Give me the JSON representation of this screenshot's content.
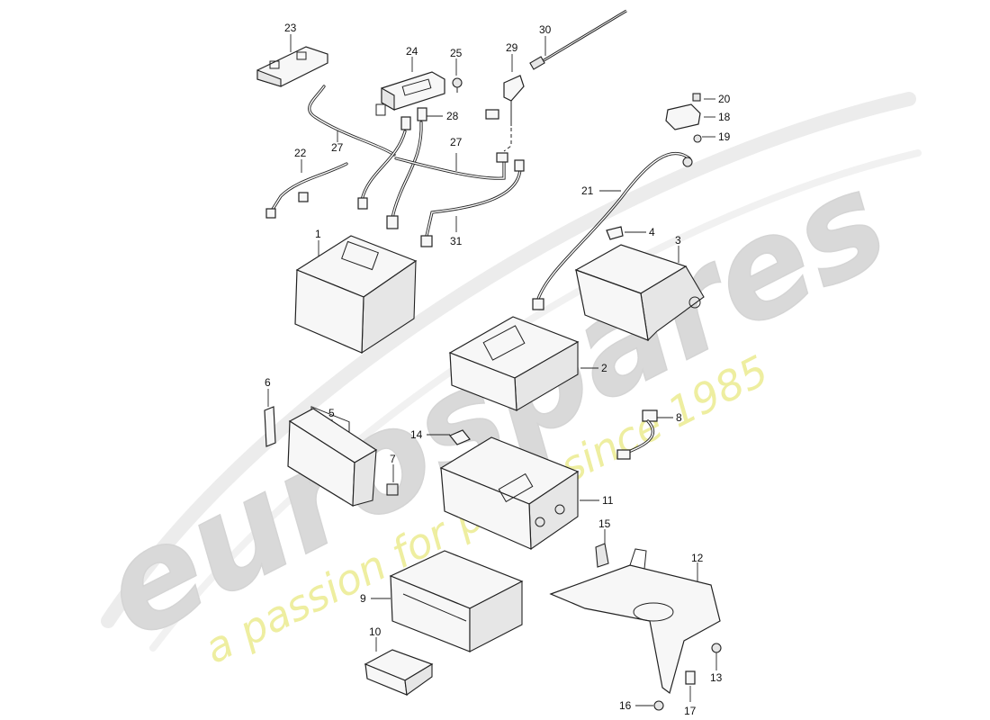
{
  "watermark": {
    "brand": "eurospares",
    "tagline": "a passion for parts since 1985",
    "brand_color": "#d9d9d9",
    "tagline_color": "#eeeea0"
  },
  "callouts": [
    {
      "id": "1",
      "label": "1"
    },
    {
      "id": "2",
      "label": "2"
    },
    {
      "id": "3",
      "label": "3"
    },
    {
      "id": "4",
      "label": "4"
    },
    {
      "id": "5",
      "label": "5"
    },
    {
      "id": "6",
      "label": "6"
    },
    {
      "id": "7",
      "label": "7"
    },
    {
      "id": "8",
      "label": "8"
    },
    {
      "id": "9",
      "label": "9"
    },
    {
      "id": "10",
      "label": "10"
    },
    {
      "id": "11",
      "label": "11"
    },
    {
      "id": "12",
      "label": "12"
    },
    {
      "id": "13",
      "label": "13"
    },
    {
      "id": "14",
      "label": "14"
    },
    {
      "id": "15",
      "label": "15"
    },
    {
      "id": "16",
      "label": "16"
    },
    {
      "id": "17",
      "label": "17"
    },
    {
      "id": "18",
      "label": "18"
    },
    {
      "id": "19",
      "label": "19"
    },
    {
      "id": "20",
      "label": "20"
    },
    {
      "id": "21",
      "label": "21"
    },
    {
      "id": "22",
      "label": "22"
    },
    {
      "id": "23",
      "label": "23"
    },
    {
      "id": "24",
      "label": "24"
    },
    {
      "id": "25",
      "label": "25"
    },
    {
      "id": "27a",
      "label": "27"
    },
    {
      "id": "27b",
      "label": "27"
    },
    {
      "id": "28",
      "label": "28"
    },
    {
      "id": "29",
      "label": "29"
    },
    {
      "id": "30",
      "label": "30"
    },
    {
      "id": "31",
      "label": "31"
    }
  ]
}
